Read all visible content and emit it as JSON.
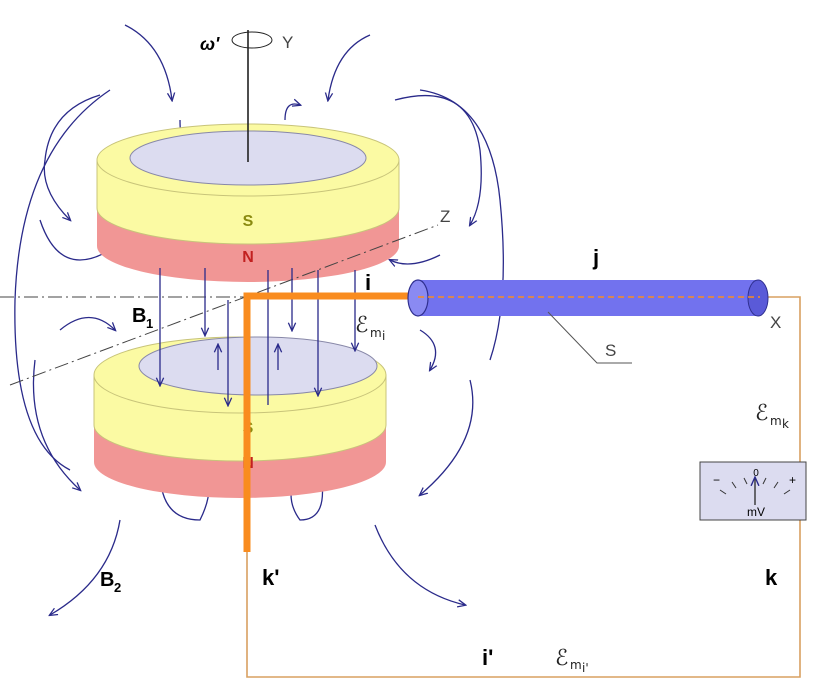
{
  "magnets": {
    "top": {
      "south": "S",
      "north": "N"
    },
    "bottom": {
      "south": "S",
      "north": "N"
    }
  },
  "axes": {
    "rotation": "ω'",
    "y": "Y",
    "z": "Z",
    "x": "X",
    "s": "S"
  },
  "fields": {
    "b1": "B",
    "b1_sub": "1",
    "b2": "B",
    "b2_sub": "2"
  },
  "circuit": {
    "i": "i",
    "j": "j",
    "k": "k",
    "k_prime": "k'",
    "i_prime": "i'",
    "emf_symbol": "ℰ",
    "emf_i_sub": "m",
    "emf_i_sub2": "i",
    "emf_k_sub": "m",
    "emf_k_sub2": "k",
    "emf_ip_sub": "m",
    "emf_ip_sub2": "i'"
  },
  "meter": {
    "zero": "0",
    "minus": "−",
    "plus": "+",
    "unit": "mV"
  },
  "colors": {
    "magnet_yellow": "#fbfaa3",
    "magnet_red": "#f19695",
    "magnet_inner": "#dcdcf0",
    "conductor_orange": "#f98c1f",
    "rod_blue": "#7272ee",
    "field_line": "#2a2a8a",
    "wire": "#d8a060"
  }
}
